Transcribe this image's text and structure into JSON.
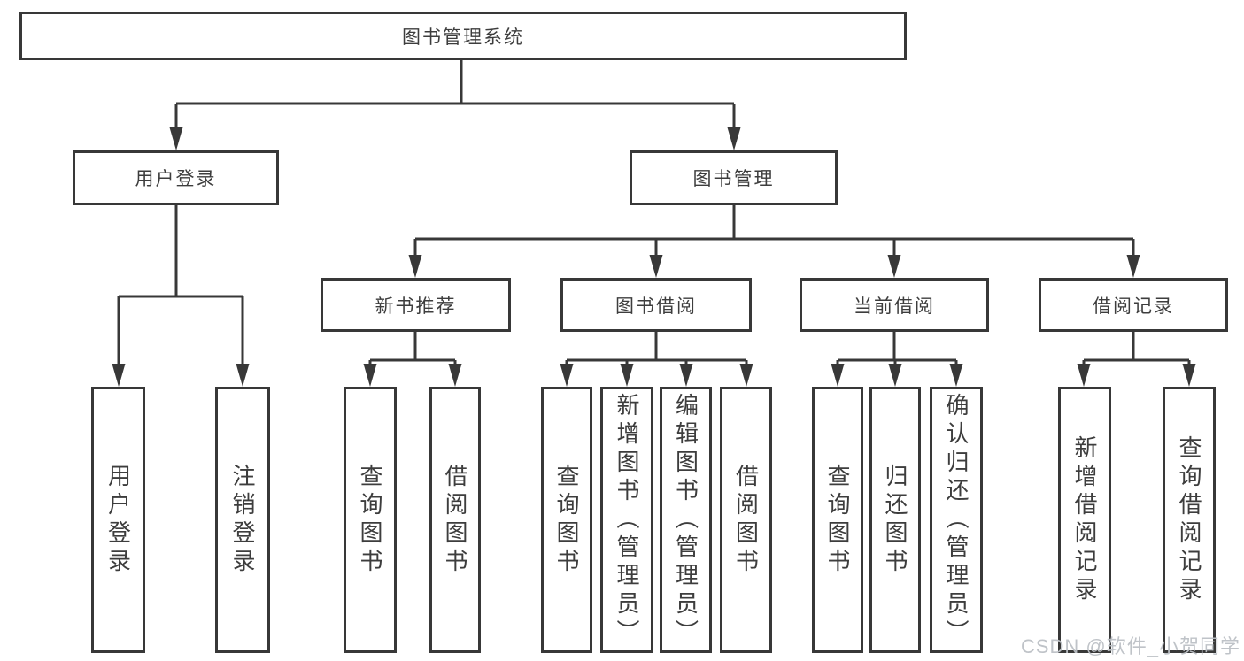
{
  "diagram": {
    "title": "图书管理系统",
    "tree": {
      "root": "图书管理系统",
      "branches": [
        {
          "label": "用户登录",
          "children": [
            {
              "label": "用户登录"
            },
            {
              "label": "注销登录"
            }
          ]
        },
        {
          "label": "图书管理",
          "children": [
            {
              "label": "新书推荐",
              "children": [
                {
                  "label": "查询图书"
                },
                {
                  "label": "借阅图书"
                }
              ]
            },
            {
              "label": "图书借阅",
              "children": [
                {
                  "label": "查询图书"
                },
                {
                  "label": "新增图书（管理员）"
                },
                {
                  "label": "编辑图书（管理员）"
                },
                {
                  "label": "借阅图书"
                }
              ]
            },
            {
              "label": "当前借阅",
              "children": [
                {
                  "label": "查询图书"
                },
                {
                  "label": "归还图书"
                },
                {
                  "label": "确认归还（管理员）"
                }
              ]
            },
            {
              "label": "借阅记录",
              "children": [
                {
                  "label": "新增借阅记录"
                },
                {
                  "label": "查询借阅记录"
                }
              ]
            }
          ]
        }
      ]
    },
    "colors": {
      "line": "#383838",
      "text": "#3d3d3d",
      "box_background": "#ffffff",
      "watermark": "#bcc0c5"
    }
  },
  "watermark": "CSDN @软件_小贺同学"
}
